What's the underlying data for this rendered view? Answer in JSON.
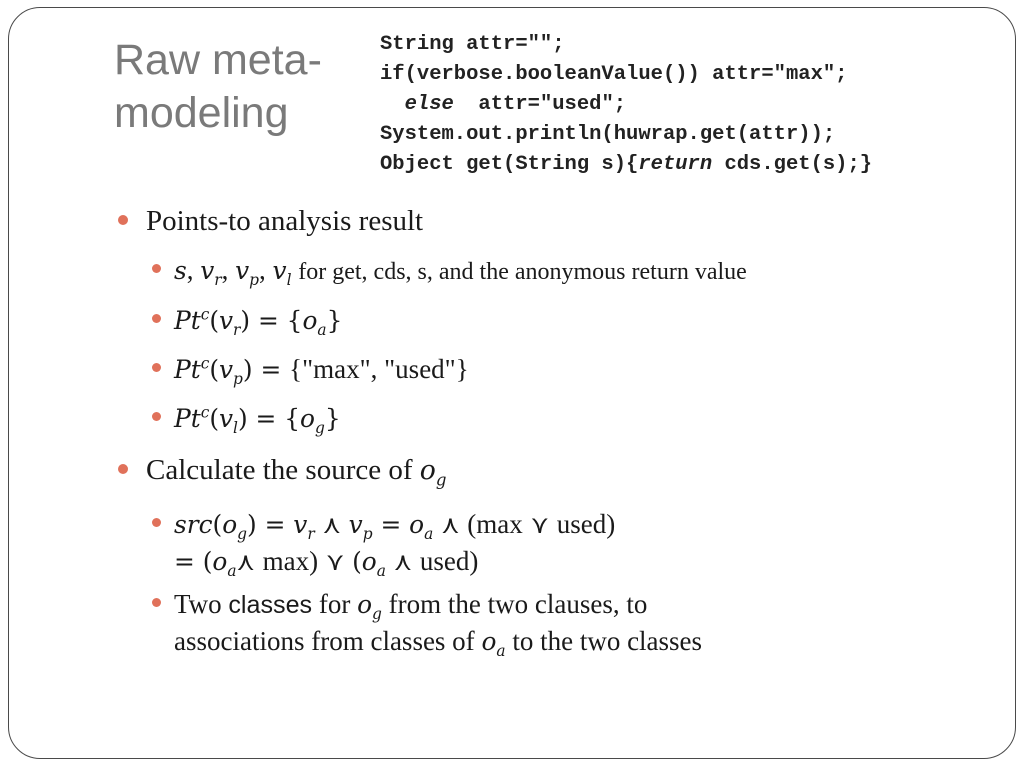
{
  "title_line1": "Raw meta-",
  "title_line2": "modeling",
  "code": {
    "line1": "String attr=\"\";",
    "line2": "if(verbose.booleanValue()) attr=\"max\";",
    "line3_kw": "else",
    "line3_rest": "  attr=\"used\";",
    "line4": "System.out.println(huwrap.get(attr));",
    "line5_a": "Object get(String s){",
    "line5_kw": "return",
    "line5_b": " cds.get(s);}"
  },
  "bullets": {
    "b1": "Points-to analysis result",
    "b1_1_desc": "for get, cds, s, and the anonymous return value",
    "b1_3_set": "{\"max\", \"used\"}",
    "b2": "Calculate the source of",
    "b2_1_max_used": "(max",
    "b2_1_used": "used)",
    "b2_1_line2_max": "max)",
    "b2_1_line2_used": "used)",
    "b2_2_a": "Two",
    "b2_2_classes": "classes",
    "b2_2_b": "for",
    "b2_2_c": "from the two clauses, to",
    "b2_2_d": "associations from classes of",
    "b2_2_e": "to the two classes"
  }
}
